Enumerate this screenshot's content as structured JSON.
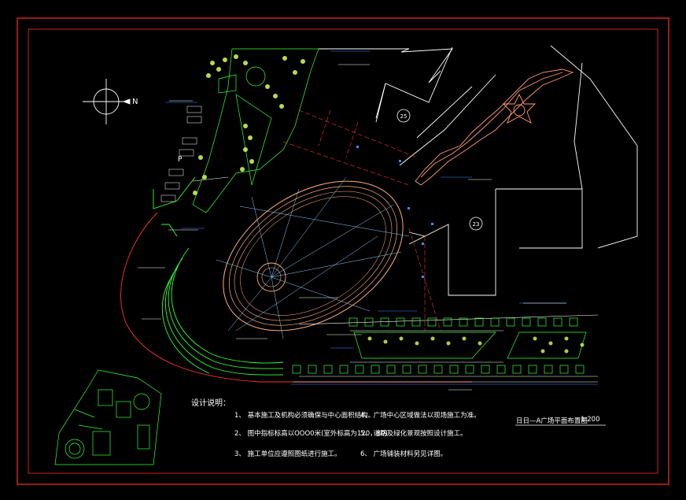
{
  "drawing": {
    "north_label": "N",
    "parking_label": "P",
    "building_numbers": [
      "25",
      "23"
    ],
    "title_block": {
      "title": "日日—A广场平面布置图",
      "scale": "1:200"
    },
    "design_notes": {
      "heading": "设计说明：",
      "items": [
        "1、 基本施工及机构必须确保与中心面积结构。",
        "2、 图中指标标高以OOO0米(室外标高为120，80)",
        "3、 施工单位应遵照图纸进行施工。",
        "4、 广场中心区域做法以现场施工为准。",
        "5、 道路及绿化景观按照设计施工。",
        "6、 广场铺装材料另见详图。"
      ]
    },
    "colors": {
      "border": "#ff2a2a",
      "building": "#ffffff",
      "plaza": "#ffb07a",
      "landscape": "#33ff33",
      "planting": "#d8ff60",
      "grid": "#e02a2a",
      "dimension": "#3a8cff",
      "background": "#000000"
    }
  }
}
